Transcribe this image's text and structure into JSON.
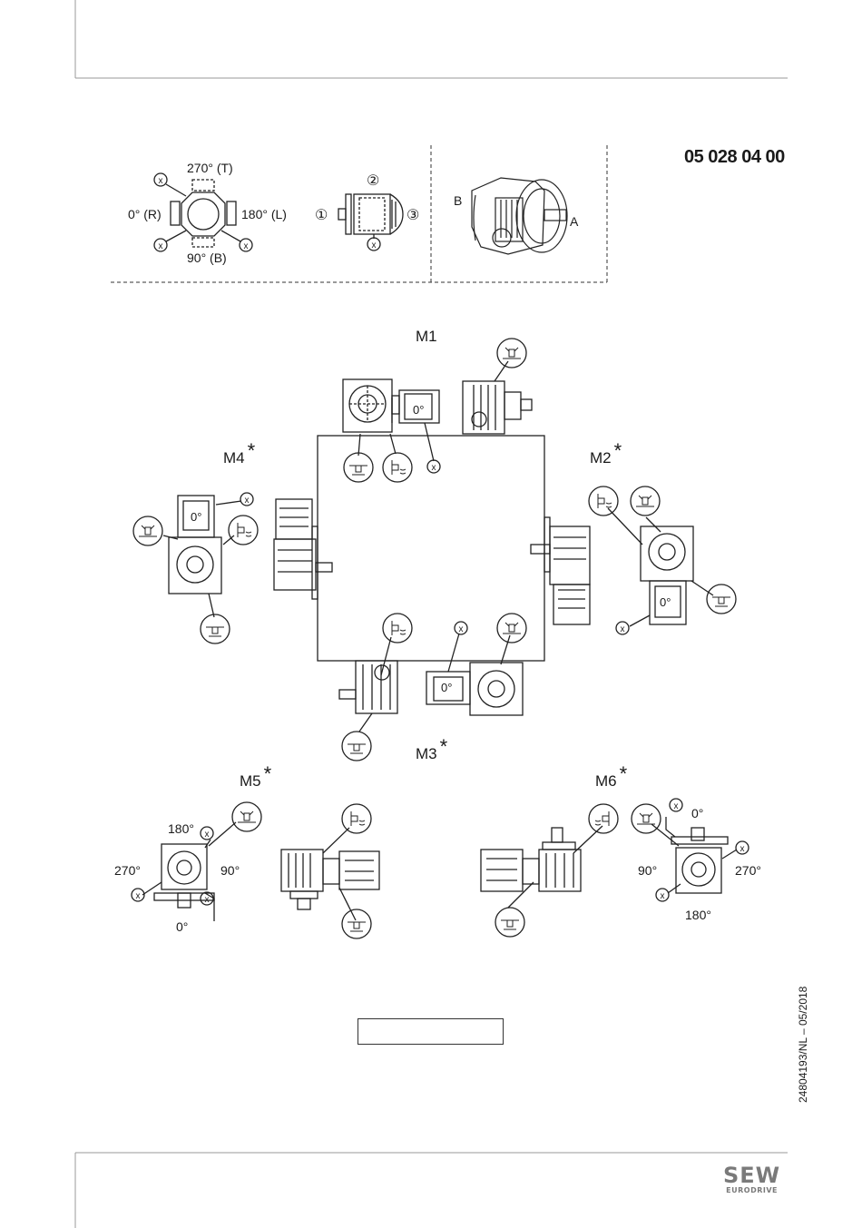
{
  "document_number": "05 028 04 00",
  "side_reference": "24804193/NL – 05/2018",
  "logo": {
    "line1": "SEW",
    "line2": "EURODRIVE"
  },
  "legend": {
    "pos_top": "270° (T)",
    "pos_left": "0° (R)",
    "pos_right": "180° (L)",
    "pos_bottom": "90° (B)",
    "num1": "①",
    "num2": "②",
    "num3": "③",
    "side_a": "A",
    "side_b": "B",
    "x_mark": "x"
  },
  "positions": {
    "m1": "M1",
    "m2": "M2",
    "m3": "M3",
    "m4": "M4",
    "m5": "M5",
    "m6": "M6",
    "star": "*"
  },
  "motor_label": "0°",
  "m5_angles": {
    "top": "180°",
    "left": "270°",
    "right": "90°",
    "bottom": "0°"
  },
  "m6_angles": {
    "top": "0°",
    "left": "90°",
    "right": "270°",
    "bottom": "180°"
  }
}
